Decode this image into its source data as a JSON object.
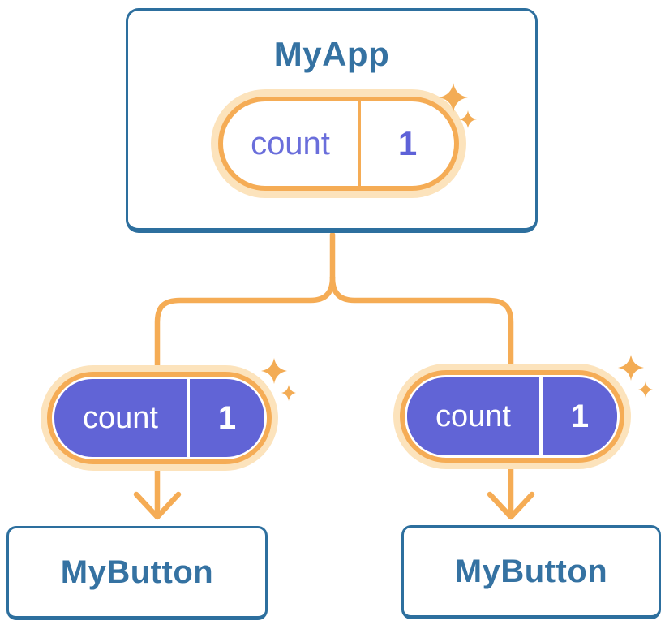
{
  "diagram": {
    "description": "React component tree sharing state",
    "root": {
      "title": "MyApp",
      "state": {
        "name": "count",
        "value": "1"
      }
    },
    "children": [
      {
        "title": "MyButton",
        "prop": {
          "name": "count",
          "value": "1"
        }
      },
      {
        "title": "MyButton",
        "prop": {
          "name": "count",
          "value": "1"
        }
      }
    ],
    "icons": {
      "sparkle": "✦",
      "arrow_down": "v-chevron"
    }
  },
  "palette": {
    "card_border": "#2D6F9E",
    "card_title": "#3572A2",
    "accent_orange": "#F5AC55",
    "accent_orange_light": "#FCE3BC",
    "sparkle_orange": "#F3AC55",
    "pill_indigo": "#6164D6",
    "pill_text_indigo": "#6A6EDB",
    "pill_value_indigo": "#5E62D8",
    "white": "#FFFFFF"
  }
}
